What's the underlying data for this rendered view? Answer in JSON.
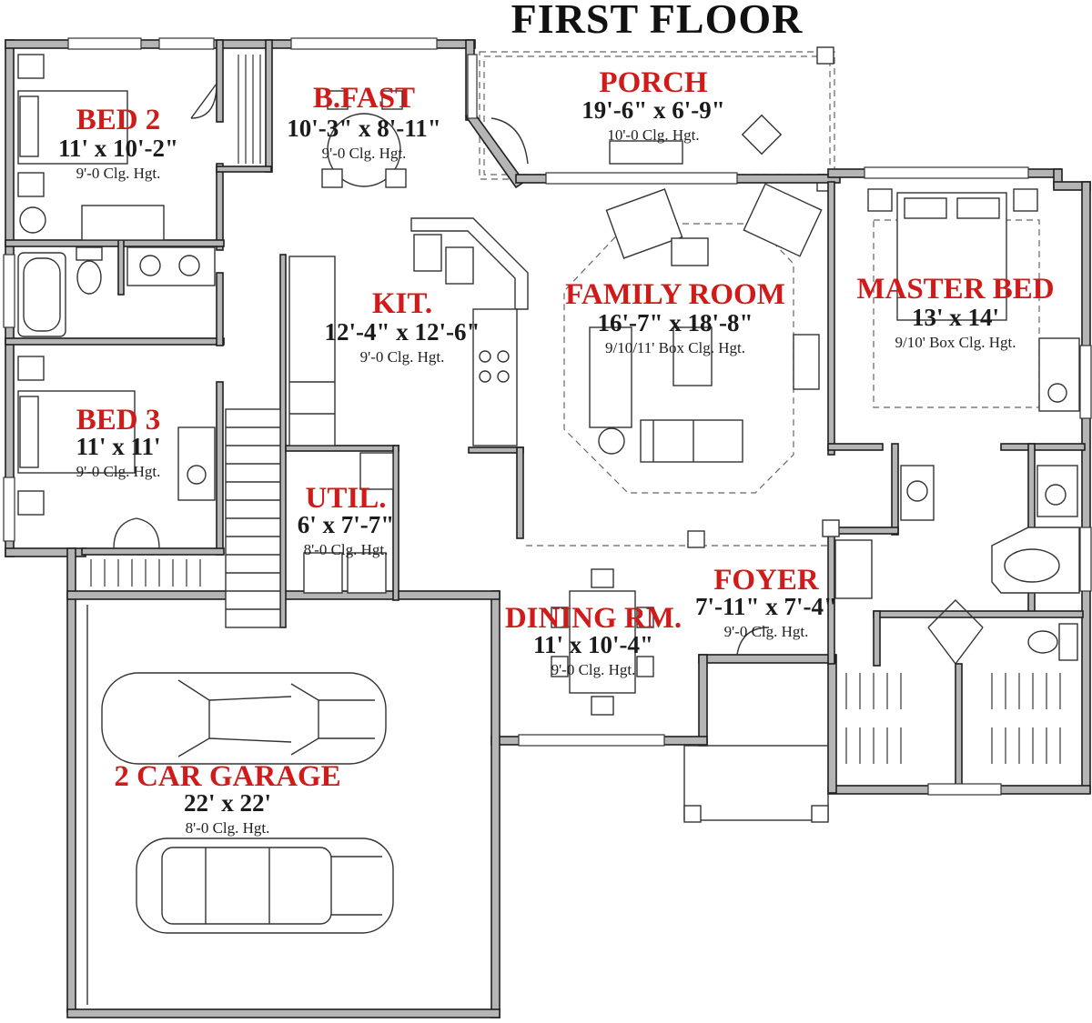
{
  "title": "FIRST FLOOR",
  "rooms": [
    {
      "key": "porch",
      "name": "PORCH",
      "dims": "19'-6\" x 6'-9\"",
      "clg": "10'-0 Clg. Hgt."
    },
    {
      "key": "bfast",
      "name": "B.FAST",
      "dims": "10'-3\" x 8'-11\"",
      "clg": "9'-0 Clg. Hgt."
    },
    {
      "key": "bed2",
      "name": "BED 2",
      "dims": "11' x 10'-2\"",
      "clg": "9'-0 Clg. Hgt."
    },
    {
      "key": "kit",
      "name": "KIT.",
      "dims": "12'-4\" x 12'-6\"",
      "clg": "9'-0 Clg. Hgt."
    },
    {
      "key": "family",
      "name": "FAMILY ROOM",
      "dims": "16'-7\" x 18'-8\"",
      "clg": "9/10/11' Box Clg. Hgt."
    },
    {
      "key": "master",
      "name": "MASTER BED",
      "dims": "13' x 14'",
      "clg": "9/10' Box Clg. Hgt."
    },
    {
      "key": "bed3",
      "name": "BED 3",
      "dims": "11' x 11'",
      "clg": "9'-0 Clg. Hgt."
    },
    {
      "key": "util",
      "name": "UTIL.",
      "dims": "6' x 7'-7\"",
      "clg": "8'-0 Clg. Hgt."
    },
    {
      "key": "foyer",
      "name": "FOYER",
      "dims": "7'-11\" x 7'-4\"",
      "clg": "9'-0 Clg. Hgt."
    },
    {
      "key": "dining",
      "name": "DINING RM.",
      "dims": "11' x 10'-4\"",
      "clg": "9'-0 Clg. Hgt."
    },
    {
      "key": "garage",
      "name": "2 CAR GARAGE",
      "dims": "22' x 22'",
      "clg": "8'-0 Clg. Hgt."
    }
  ],
  "icons": [
    "car-sedan-icon",
    "car-suv-icon",
    "bathtub-icon",
    "toilet-icon",
    "sink-icon",
    "range-icon",
    "washer-icon",
    "dryer-icon",
    "stair-icon",
    "door-swing-icon"
  ]
}
